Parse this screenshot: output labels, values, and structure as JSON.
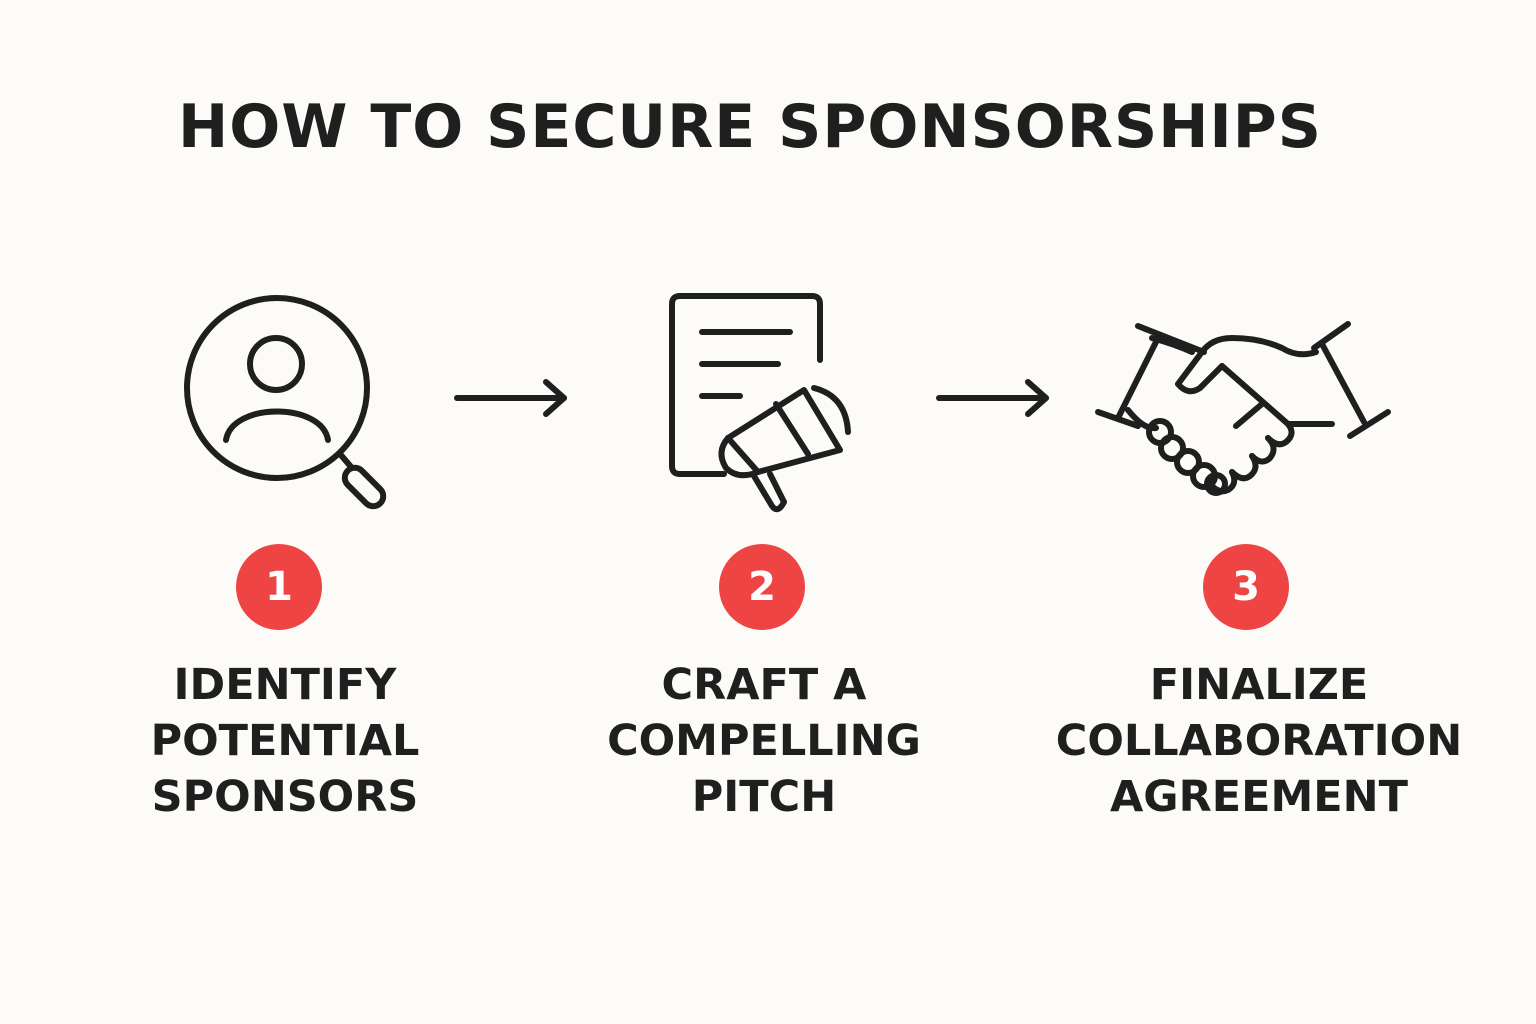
{
  "title": "HOW TO SECURE SPONSORSHIPS",
  "accent_color": "#ef4444",
  "ink_color": "#1f1f1f",
  "background_color": "#fcfbf7",
  "steps": [
    {
      "number": "1",
      "icon": "person-search-icon",
      "lines": [
        "IDENTIFY",
        "POTENTIAL",
        "SPONSORS"
      ]
    },
    {
      "number": "2",
      "icon": "document-megaphone-icon",
      "lines": [
        "CRAFT A",
        "COMPELLING",
        "PITCH"
      ]
    },
    {
      "number": "3",
      "icon": "handshake-icon",
      "lines": [
        "FINALIZE",
        "COLLABORATION",
        "AGREEMENT"
      ]
    }
  ],
  "connectors": [
    "arrow-right-icon",
    "arrow-right-icon"
  ]
}
